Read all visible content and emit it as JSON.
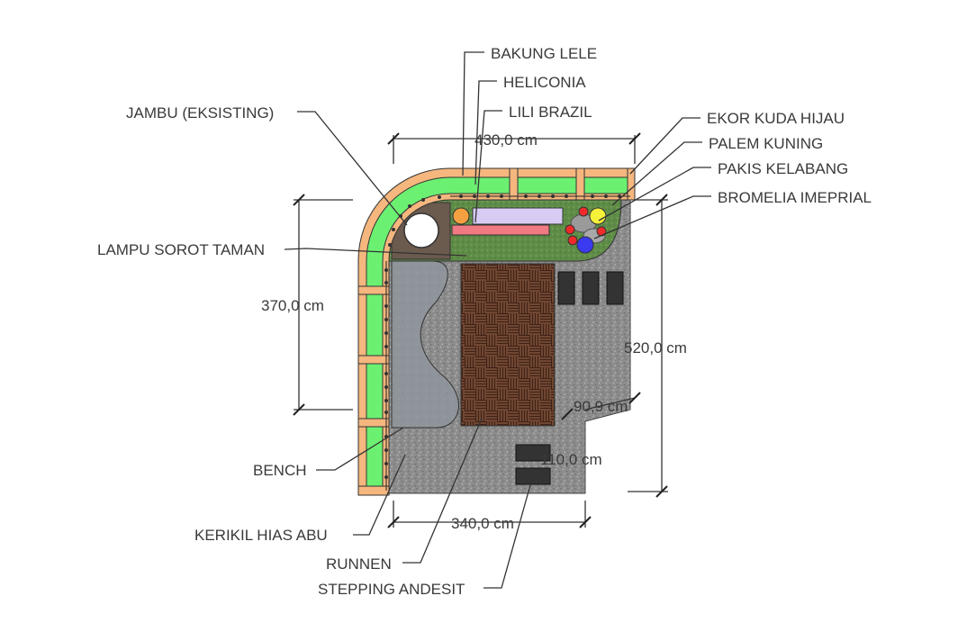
{
  "labels": {
    "bakung_lele": "BAKUNG LELE",
    "heliconia": "HELICONIA",
    "lili_brazil": "LILI BRAZIL",
    "jambu": "JAMBU (EKSISTING)",
    "ekor_kuda_hijau": "EKOR KUDA HIJAU",
    "palem_kuning": "PALEM KUNING",
    "pakis_kelabang": "PAKIS KELABANG",
    "bromelia": "BROMELIA IMEPRIAL",
    "lampu_sorot": "LAMPU SOROT TAMAN",
    "bench": "BENCH",
    "kerikil": "KERIKIL HIAS ABU",
    "runnen": "RUNNEN",
    "stepping": "STEPPING ANDESIT"
  },
  "dimensions": {
    "top_width": "430,0 cm",
    "left_height": "370,0 cm",
    "right_height": "520,0 cm",
    "step_offset": "90,9 cm",
    "notch_height": "110,0 cm",
    "bottom_width": "340,0 cm"
  },
  "colors": {
    "wood": "#f5b77e",
    "hedge_green": "#6cf072",
    "lawn": "#5e8a4a",
    "gravel": "#8a8a8a",
    "stone_path": "#8e9398",
    "deck": "#4a2e22",
    "stepping_stone": "#333333",
    "flower_orange": "#f5a040",
    "flower_yellow": "#f5f03a",
    "flower_red": "#f02a2a",
    "flower_blue": "#3a3af0",
    "pond_purple": "#d8ccf5",
    "bed_pink": "#f07a82"
  }
}
